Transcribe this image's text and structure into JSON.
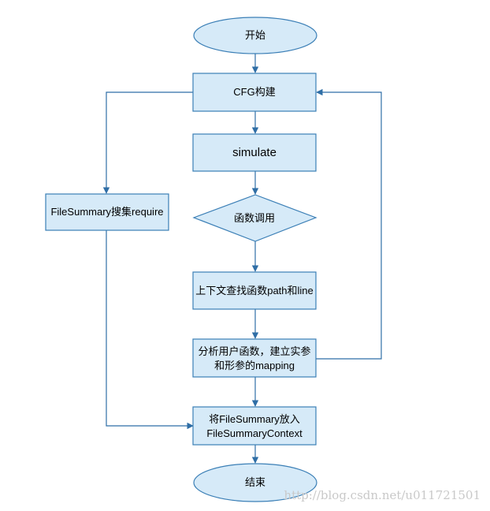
{
  "colors": {
    "fill": "#d6eaf8",
    "stroke": "#3b7fb6",
    "edge": "#2f6ea6"
  },
  "nodes": {
    "start": "开始",
    "cfg": "CFG构建",
    "simulate": "simulate",
    "call": "函数调用",
    "lookup": "上下文查找函数path和line",
    "analyze_line1": "分析用户函数，建立实参",
    "analyze_line2": "和形参的mapping",
    "filesummary_collect": "FileSummary搜集require",
    "put_line1": "将FileSummary放入",
    "put_line2": "FileSummaryContext",
    "end": "结束"
  },
  "watermark": "http://blog.csdn.net/u011721501"
}
